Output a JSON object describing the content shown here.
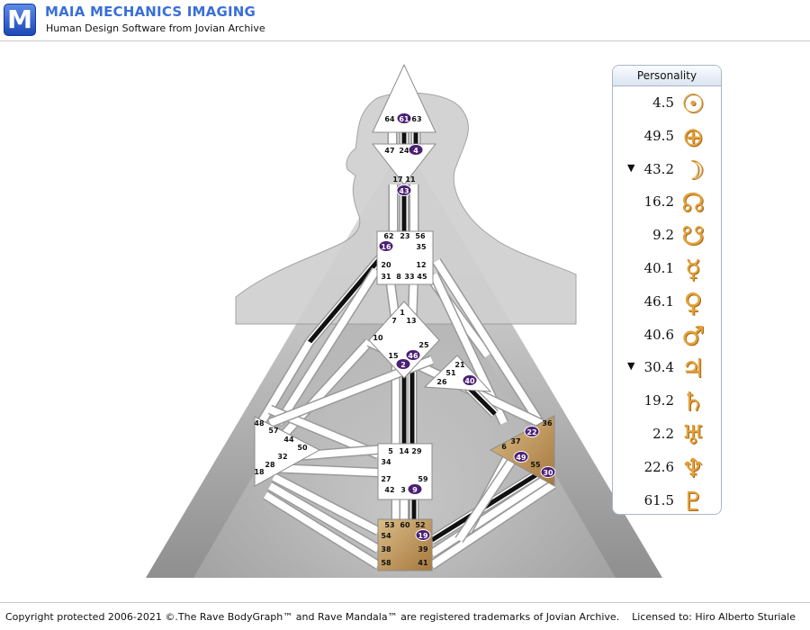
{
  "app": {
    "title": "MAIA MECHANICS IMAGING",
    "subtitle": "Human Design Software from Jovian Archive",
    "logo_letter": "M"
  },
  "footer": {
    "copyright": "Copyright protected 2006-2021 ©.The Rave BodyGraph™ and Rave Mandala™ are registered trademarks of Jovian Archive.",
    "license": "Licensed to: Hiro Alberto Sturiale"
  },
  "panel": {
    "title": "Personality",
    "rows": [
      {
        "value": "4.5",
        "marker": "",
        "planet": "sun-icon",
        "glyph": "☉"
      },
      {
        "value": "49.5",
        "marker": "",
        "planet": "earth-icon",
        "glyph": "⊕"
      },
      {
        "value": "43.2",
        "marker": "▼",
        "planet": "moon-icon",
        "glyph": "☽"
      },
      {
        "value": "16.2",
        "marker": "",
        "planet": "north-node-icon",
        "glyph": "☊"
      },
      {
        "value": "9.2",
        "marker": "",
        "planet": "south-node-icon",
        "glyph": "☋"
      },
      {
        "value": "40.1",
        "marker": "",
        "planet": "mercury-icon",
        "glyph": "☿"
      },
      {
        "value": "46.1",
        "marker": "",
        "planet": "venus-icon",
        "glyph": "♀"
      },
      {
        "value": "40.6",
        "marker": "",
        "planet": "mars-icon",
        "glyph": "♂"
      },
      {
        "value": "30.4",
        "marker": "▼",
        "planet": "jupiter-icon",
        "glyph": "♃"
      },
      {
        "value": "19.2",
        "marker": "",
        "planet": "saturn-icon",
        "glyph": "♄"
      },
      {
        "value": "2.2",
        "marker": "",
        "planet": "uranus-icon",
        "glyph": "♅"
      },
      {
        "value": "22.6",
        "marker": "",
        "planet": "neptune-icon",
        "glyph": "♆"
      },
      {
        "value": "61.5",
        "marker": "",
        "planet": "pluto-icon",
        "glyph": "♇"
      }
    ]
  },
  "bodygraph": {
    "colors": {
      "defined_center": "#b08a52",
      "activation_badge": "#4b1f73",
      "channel_defined": "#111111",
      "channel_open": "#ffffff"
    },
    "activated_gates": [
      "61",
      "4",
      "43",
      "16",
      "46",
      "2",
      "40",
      "22",
      "49",
      "30",
      "9",
      "19"
    ],
    "centers": [
      {
        "id": "head",
        "defined": false,
        "gates": [
          "64",
          "61",
          "63"
        ]
      },
      {
        "id": "ajna",
        "defined": false,
        "gates": [
          "47",
          "24",
          "4",
          "17",
          "11",
          "43"
        ]
      },
      {
        "id": "throat",
        "defined": false,
        "gates": [
          "62",
          "23",
          "56",
          "16",
          "35",
          "20",
          "12",
          "31",
          "8",
          "33",
          "45"
        ]
      },
      {
        "id": "g-center",
        "defined": false,
        "gates": [
          "1",
          "7",
          "13",
          "10",
          "25",
          "15",
          "46",
          "2"
        ]
      },
      {
        "id": "heart",
        "defined": false,
        "gates": [
          "21",
          "51",
          "26",
          "40"
        ]
      },
      {
        "id": "spleen",
        "defined": false,
        "gates": [
          "48",
          "57",
          "44",
          "50",
          "32",
          "28",
          "18"
        ]
      },
      {
        "id": "sacral",
        "defined": false,
        "gates": [
          "5",
          "14",
          "29",
          "34",
          "27",
          "59",
          "42",
          "3",
          "9"
        ]
      },
      {
        "id": "solar-plexus",
        "defined": true,
        "gates": [
          "36",
          "22",
          "37",
          "6",
          "49",
          "55",
          "30"
        ]
      },
      {
        "id": "root",
        "defined": true,
        "gates": [
          "53",
          "60",
          "52",
          "54",
          "19",
          "38",
          "39",
          "58",
          "41"
        ]
      }
    ]
  }
}
